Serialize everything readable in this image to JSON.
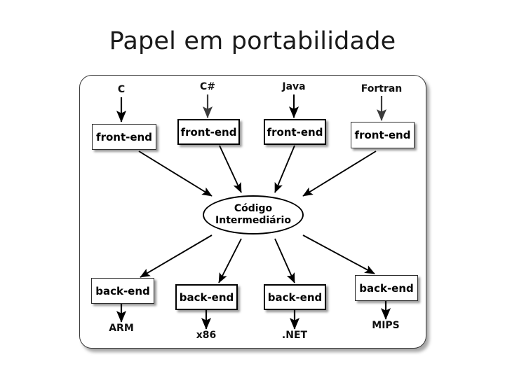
{
  "slide": {
    "title": "Papel em portabilidade",
    "background_color": "#ffffff",
    "title_color": "#1a1a1a"
  },
  "diagram": {
    "type": "compiler-portability-diagram",
    "frame": {
      "border_color": "#3a3a3a",
      "fill_color": "#ffffff",
      "rounded": true,
      "shadow": true
    },
    "center_node": {
      "name": "intermediate-code",
      "line1": "Código",
      "line2": "Intermediário",
      "shape": "ellipse"
    },
    "source_languages": [
      {
        "label": "C"
      },
      {
        "label": "C#"
      },
      {
        "label": "Java"
      },
      {
        "label": "Fortran"
      }
    ],
    "front_ends": [
      {
        "label": "front-end"
      },
      {
        "label": "front-end"
      },
      {
        "label": "front-end"
      },
      {
        "label": "front-end"
      }
    ],
    "back_ends": [
      {
        "label": "back-end"
      },
      {
        "label": "back-end"
      },
      {
        "label": "back-end"
      },
      {
        "label": "back-end"
      }
    ],
    "targets": [
      {
        "label": "ARM"
      },
      {
        "label": "x86"
      },
      {
        "label": ".NET"
      },
      {
        "label": "MIPS"
      }
    ]
  }
}
